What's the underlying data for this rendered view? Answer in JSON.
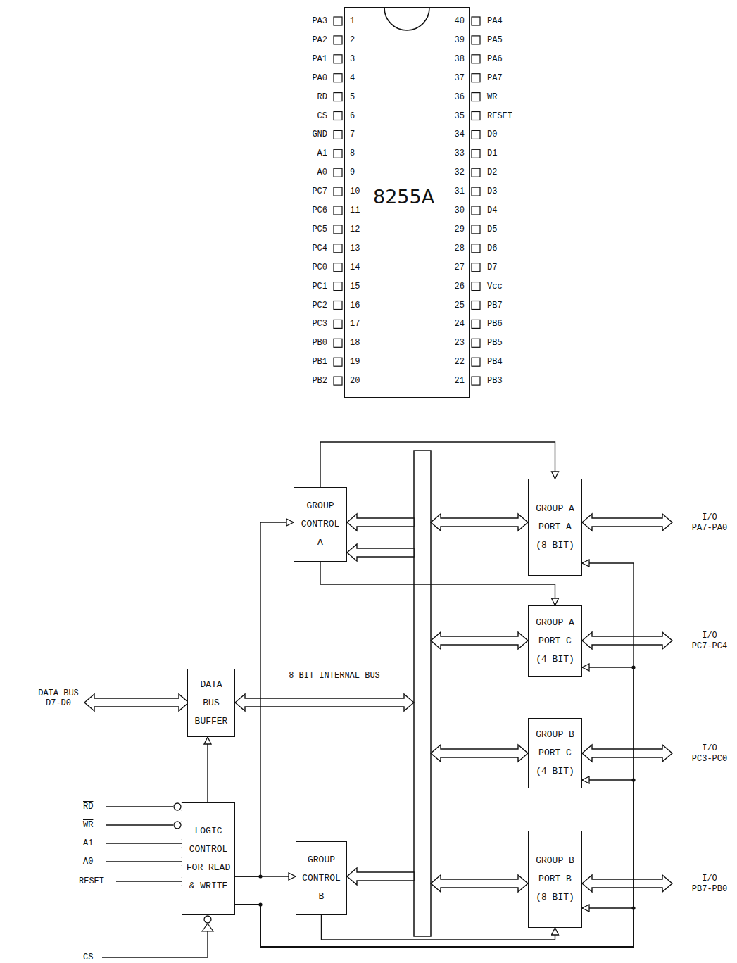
{
  "diagram": {
    "nodes": [
      {
        "text": [
          "8255A"
        ]
      },
      {
        "text": [
          "GROUP CONTROL A"
        ]
      },
      {
        "text": [
          "GROUP A PORT A (8 BIT)"
        ]
      },
      {
        "text": [
          "GROUP A PORT C (4 BIT)"
        ]
      },
      {
        "text": [
          "DATA BUS BUFFER"
        ]
      },
      {
        "text": [
          "GROUP B PORT C (4 BIT)"
        ]
      },
      {
        "text": [
          "LOGIC CONTROL FOR READ & WRITE"
        ]
      },
      {
        "text": [
          "GROUP CONTROL B"
        ]
      },
      {
        "text": [
          "GROUP B PORT B (8 BIT)"
        ]
      }
    ],
    "edges": [
      {
        "from": 6,
        "to": 4,
        "arrow": "to"
      },
      {
        "from": 6,
        "to": 1,
        "arrow": "to"
      },
      {
        "from": 6,
        "to": 7,
        "arrow": "to"
      },
      {
        "from": 1,
        "to": 2,
        "arrow": "to"
      },
      {
        "from": 1,
        "to": 3,
        "arrow": "to"
      },
      {
        "from": 7,
        "to": 8,
        "arrow": "to"
      },
      {
        "from": 6,
        "to": 2,
        "arrow": "to"
      },
      {
        "from": 6,
        "to": 3,
        "arrow": "to"
      },
      {
        "from": 6,
        "to": 5,
        "arrow": "to"
      },
      {
        "from": 6,
        "to": 8,
        "arrow": "to"
      }
    ],
    "labels": [
      "PA3",
      "1",
      "PA2",
      "2",
      "PA1",
      "3",
      "PA0",
      "4",
      "RD",
      "5",
      "CS",
      "6",
      "GND",
      "7",
      "A1",
      "8",
      "A0",
      "9",
      "PC7",
      "10",
      "PC6",
      "11",
      "PC5",
      "12",
      "PC4",
      "13",
      "PC0",
      "14",
      "PC1",
      "15",
      "PC2",
      "16",
      "PC3",
      "17",
      "PB0",
      "18",
      "PB1",
      "19",
      "PB2",
      "20",
      "40",
      "PA4",
      "39",
      "PA5",
      "38",
      "PA6",
      "37",
      "PA7",
      "36",
      "WR",
      "35",
      "RESET",
      "34",
      "D0",
      "33",
      "D1",
      "32",
      "D2",
      "31",
      "D3",
      "30",
      "D4",
      "29",
      "D5",
      "28",
      "D6",
      "27",
      "D7",
      "26",
      "Vcc",
      "25",
      "PB7",
      "24",
      "PB6",
      "23",
      "PB5",
      "22",
      "PB4",
      "21",
      "PB3",
      "DATA BUS",
      "D7-D0",
      "8 BIT INTERNAL BUS",
      "I/O",
      "PA7-PA0",
      "I/O",
      "PC7-PC4",
      "I/O",
      "PC3-PC0",
      "I/O",
      "PB7-PB0",
      "RD",
      "WR",
      "A1",
      "A0",
      "RESET",
      "CS"
    ]
  }
}
